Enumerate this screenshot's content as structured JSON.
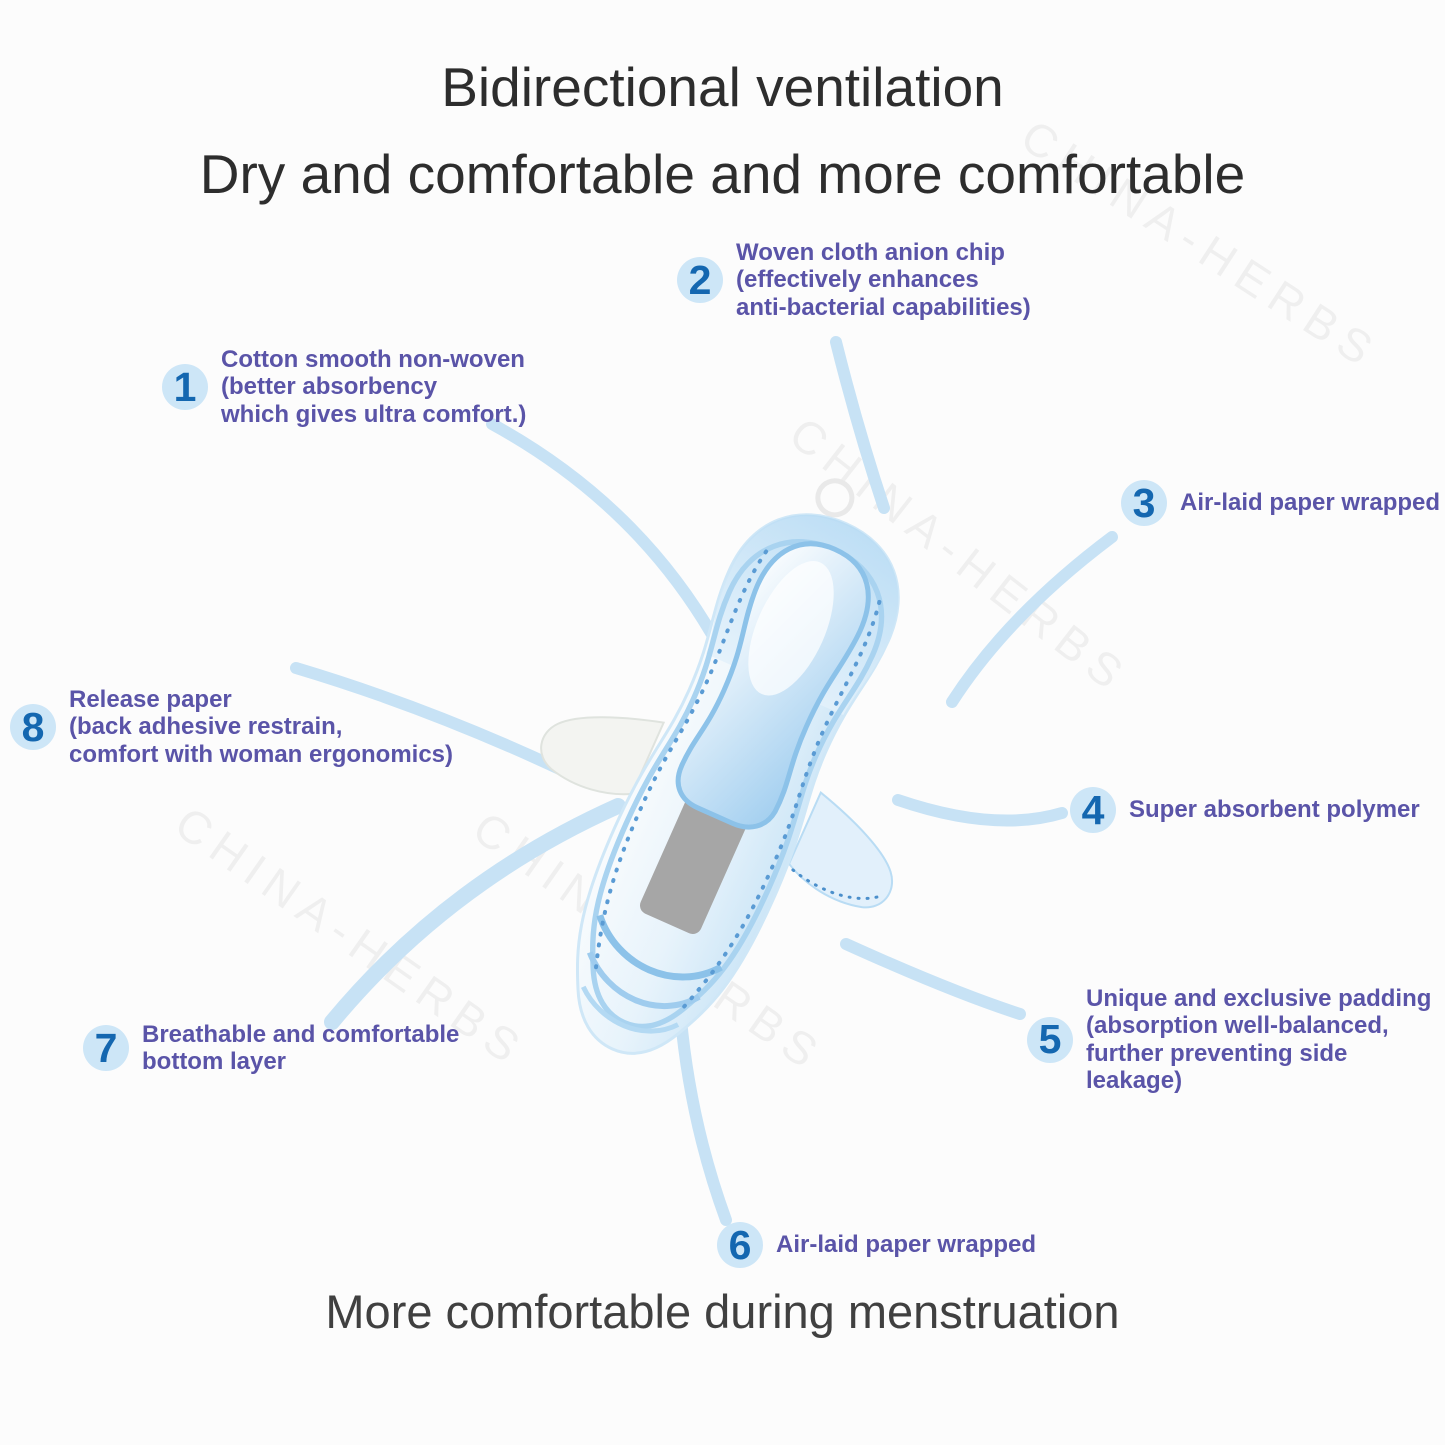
{
  "title": {
    "line1": "Bidirectional ventilation",
    "line2": "Dry and comfortable and more comfortable"
  },
  "footer": {
    "text": "More comfortable during menstruation"
  },
  "watermark": {
    "text": "CHINA-HERBS"
  },
  "colors": {
    "number_badge_bg": "#cde6f7",
    "number_badge_text": "#1467b0",
    "label_text": "#5a54a8",
    "title_text": "#2d2d2d",
    "footer_text": "#404040",
    "leader_line": "#c7e2f5",
    "pad_blue": "#a9d3ef",
    "adhesive_gray": "#a6a6a6"
  },
  "callouts": [
    {
      "number": "1",
      "text": "Cotton smooth non-woven\n(better absorbency\nwhich gives ultra comfort.)"
    },
    {
      "number": "2",
      "text": "Woven cloth anion chip\n(effectively enhances\nanti-bacterial capabilities)"
    },
    {
      "number": "3",
      "text": "Air-laid paper wrapped"
    },
    {
      "number": "4",
      "text": "Super absorbent polymer"
    },
    {
      "number": "5",
      "text": "Unique and exclusive padding\n(absorption well-balanced,\nfurther preventing side leakage)"
    },
    {
      "number": "6",
      "text": "Air-laid paper wrapped"
    },
    {
      "number": "7",
      "text": "Breathable and comfortable\nbottom layer"
    },
    {
      "number": "8",
      "text": "Release paper\n(back adhesive restrain,\ncomfort with woman ergonomics)"
    }
  ]
}
